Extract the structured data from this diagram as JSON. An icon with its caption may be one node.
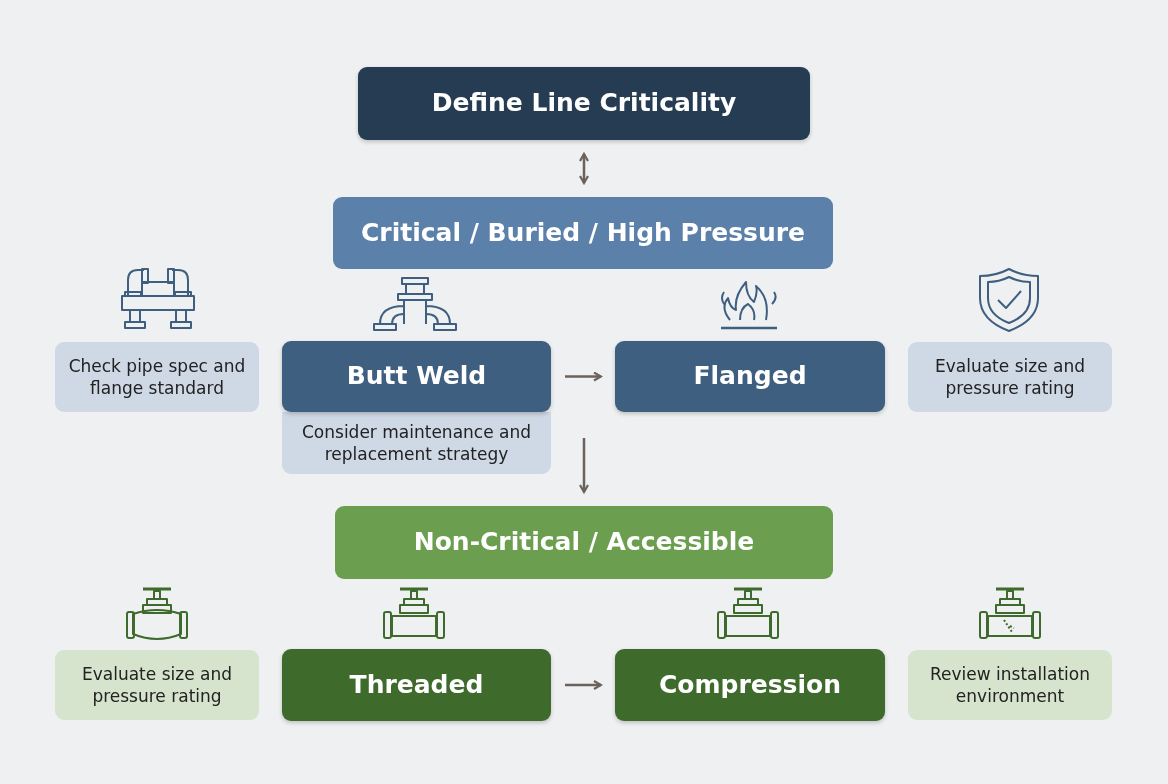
{
  "diagram": {
    "nodes": [
      {
        "text": [
          "Define Line Criticality"
        ]
      },
      {
        "text": [
          "Critical / Buried / High Pressure"
        ]
      },
      {
        "text": [
          "Check pipe spec and flange standard"
        ]
      },
      {
        "text": [
          "Butt Weld"
        ]
      },
      {
        "text": [
          "Consider maintenance and replacement strategy"
        ]
      },
      {
        "text": [
          "Flanged"
        ]
      },
      {
        "text": [
          "Evaluate size and pressure rating"
        ]
      },
      {
        "text": [
          "Non-Critical / Accessible"
        ]
      },
      {
        "text": [
          "Evaluate size and pressure rating"
        ]
      },
      {
        "text": [
          "Threaded"
        ]
      },
      {
        "text": [
          "Compression"
        ]
      },
      {
        "text": [
          "Review installation environment"
        ]
      }
    ],
    "edges": [
      {
        "from": 0,
        "to": 1,
        "arrow": "both"
      },
      {
        "from": 3,
        "to": 5,
        "arrow": "to"
      },
      {
        "from": null,
        "to": 7,
        "arrow": "to"
      },
      {
        "from": 9,
        "to": 10,
        "arrow": "to"
      }
    ]
  }
}
